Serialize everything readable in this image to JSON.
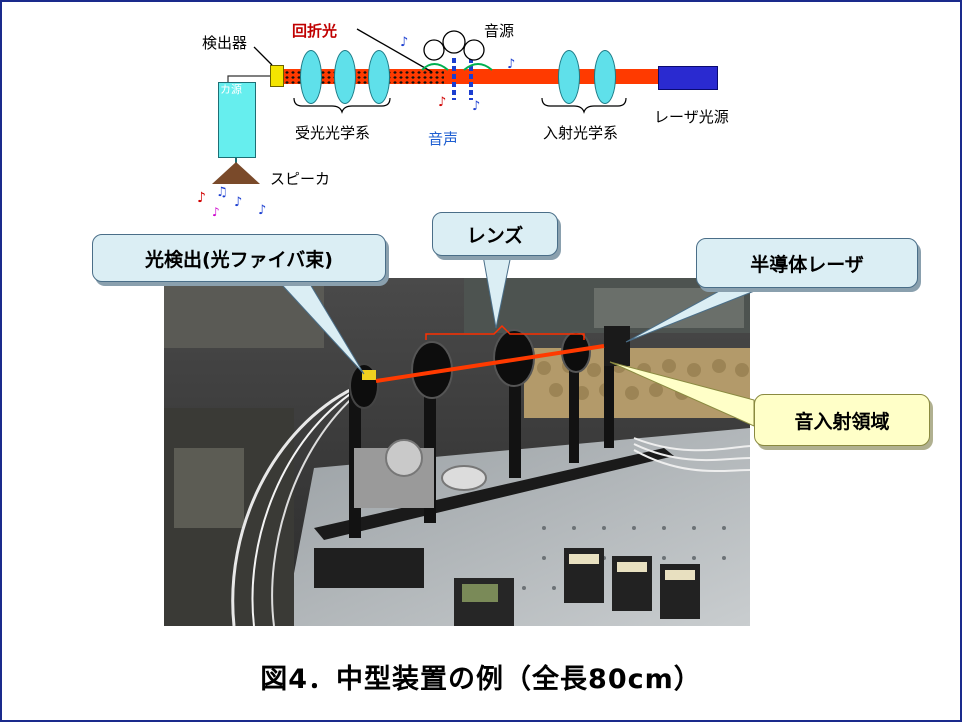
{
  "schematic": {
    "detector_label": "検出器",
    "diffracted_light_label": "回折光",
    "sound_source_label": "音源",
    "receiving_optics_label": "受光光学系",
    "sound_label": "音声",
    "incident_optics_label": "入射光学系",
    "laser_source_label": "レーザ光源",
    "speaker_label": "スピーカ",
    "cylinder_label": "カ源",
    "beam_color": "#ff3a00",
    "lens_color": "#5fe0ea",
    "laser_color": "#2a2ad0"
  },
  "photo_callouts": {
    "photodetector": "光検出(光ファイバ束)",
    "lens": "レンズ",
    "semiconductor_laser": "半導体レーザ",
    "sound_incident_region": "音入射領域"
  },
  "caption": "図4．中型装置の例（全長80cm）"
}
